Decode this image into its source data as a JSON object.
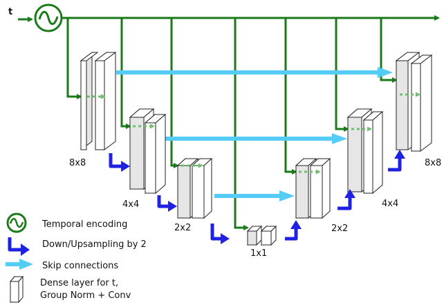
{
  "input_label": "t",
  "blocks": [
    {
      "label": "8x8"
    },
    {
      "label": "4x4"
    },
    {
      "label": "2x2"
    },
    {
      "label": "1x1"
    },
    {
      "label": "2x2"
    },
    {
      "label": "4x4"
    },
    {
      "label": "8x8"
    }
  ],
  "legend": {
    "temporal": "Temporal encoding",
    "sampling": "Down/Upsampling by 2",
    "skip": "Skip connections",
    "dense_line1": "Dense layer for t,",
    "dense_line2": "Group Norm +  Conv"
  },
  "colors": {
    "green": "#1a7a1a",
    "blue": "#1f22e0",
    "skip": "#55ccf5",
    "block_fill": "#e6e6e6",
    "block_stroke": "#222222"
  }
}
